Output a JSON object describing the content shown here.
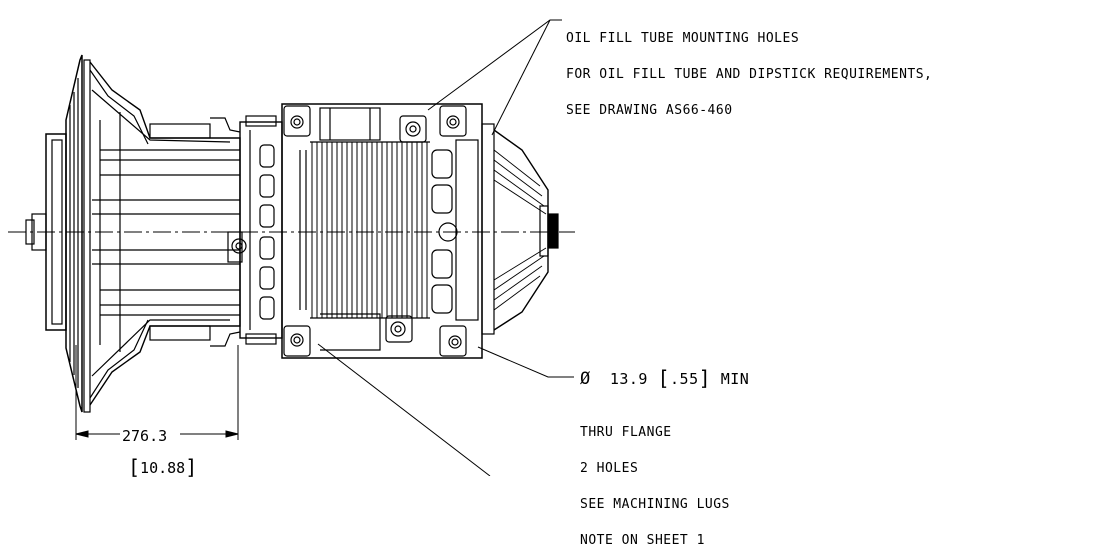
{
  "callouts": {
    "oil_fill": {
      "line1": "OIL FILL TUBE MOUNTING HOLES",
      "line2": "FOR OIL FILL TUBE AND DIPSTICK REQUIREMENTS,",
      "line3": "SEE DRAWING AS66-460"
    },
    "hole": {
      "diameter_symbol": "Ø",
      "value_mm": "13.9",
      "value_in": ".55",
      "suffix": "MIN"
    },
    "thru": {
      "line1": "THRU FLANGE",
      "line2": "2 HOLES",
      "line3": "SEE MACHINING LUGS",
      "line4": "NOTE ON SHEET 1"
    }
  },
  "dimension": {
    "value_mm": "276.3",
    "value_in": "10.88"
  }
}
